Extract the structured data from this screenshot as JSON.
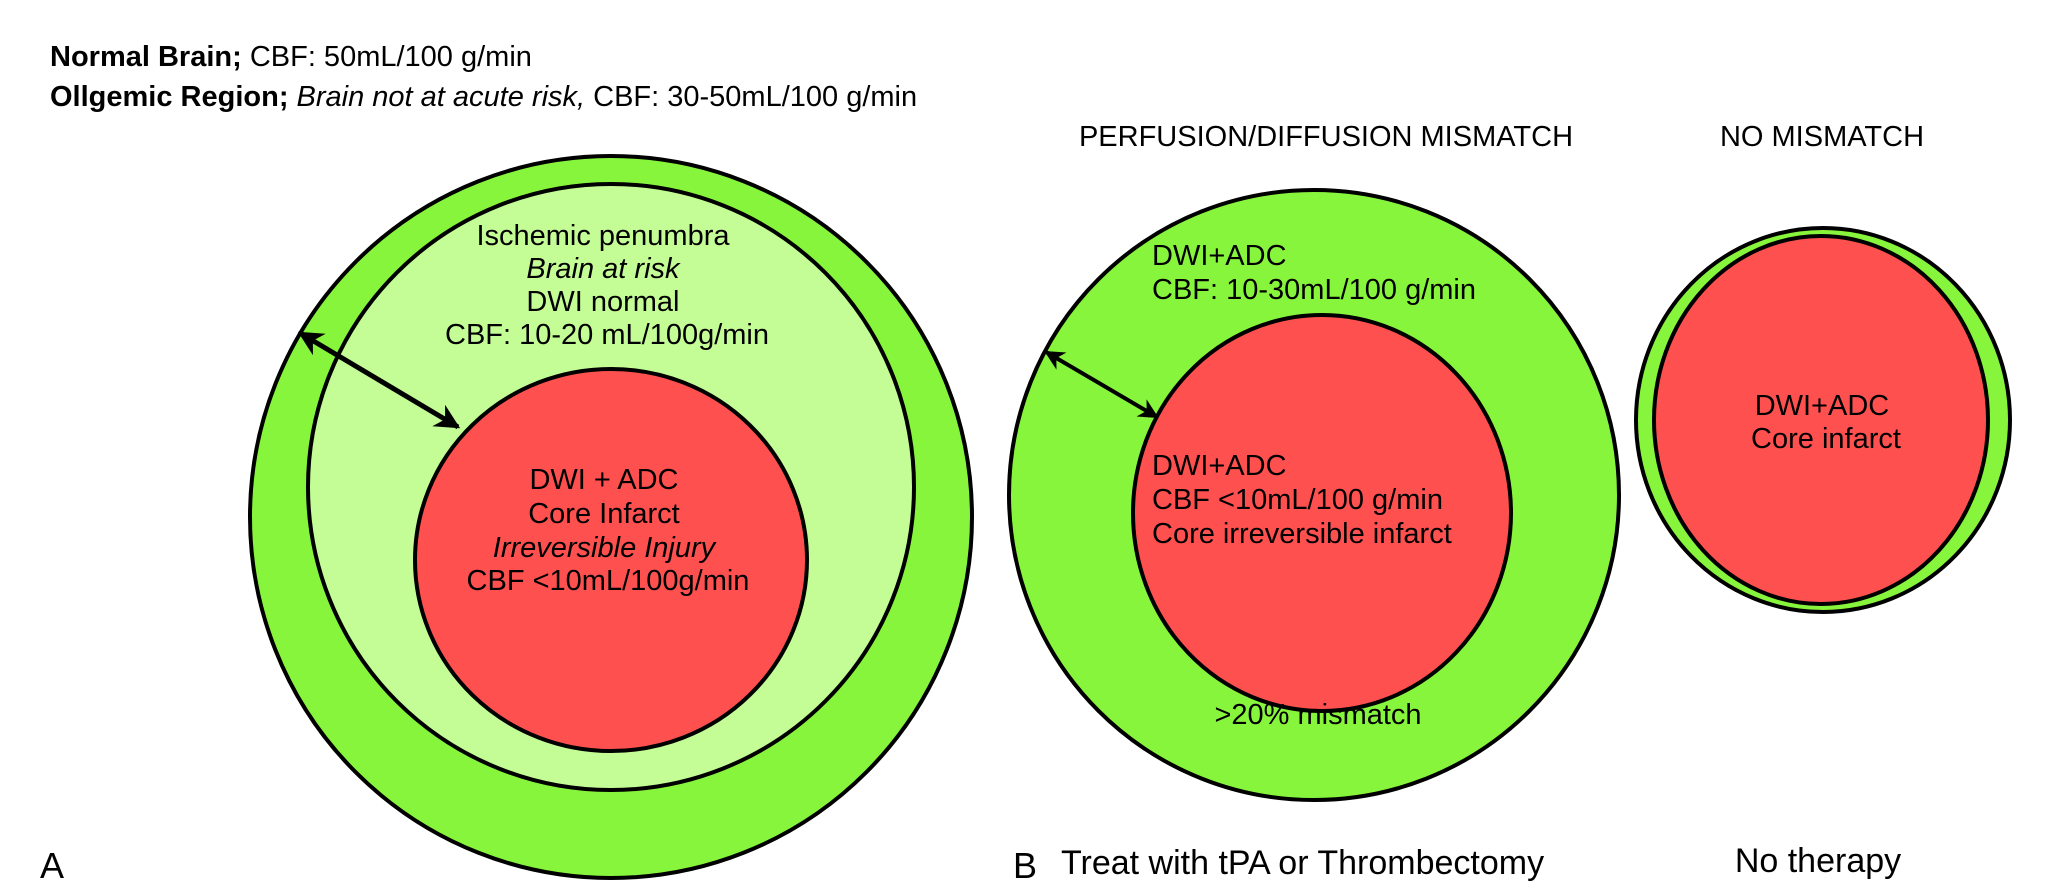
{
  "header": {
    "line1": {
      "bold": "Normal Brain;",
      "rest": " CBF: 50mL/100 g/min"
    },
    "line2": {
      "bold": "Ollgemic Region;",
      "italic": " Brain not at acute risk,",
      "rest": " CBF: 30-50mL/100 g/min"
    }
  },
  "colors": {
    "oligemic": "#88f53d",
    "penumbra": "#c4fc96",
    "core": "#ff5050",
    "outline": "#000000"
  },
  "panel_a": {
    "letter": "A",
    "penumbra": [
      "Ischemic penumbra",
      "Brain at risk",
      "DWI normal",
      "CBF: 10-20 mL/100g/min"
    ],
    "core": [
      "DWI + ADC",
      "Core Infarct",
      "Irreversible Injury",
      "CBF <10mL/100g/min"
    ]
  },
  "panel_b": {
    "letter": "B",
    "mismatch": {
      "title": "PERFUSION/DIFFUSION MISMATCH",
      "outer": [
        "DWI+ADC",
        "CBF: 10-30mL/100 g/min"
      ],
      "core": [
        "DWI+ADC",
        "CBF <10mL/100 g/min",
        "Core irreversible infarct"
      ],
      "bottom": ">20% mismatch",
      "action": "Treat with tPA or Thrombectomy"
    },
    "no_mismatch": {
      "title": "NO MISMATCH",
      "core": [
        "DWI+ADC",
        "Core infarct"
      ],
      "action": "No therapy"
    }
  }
}
